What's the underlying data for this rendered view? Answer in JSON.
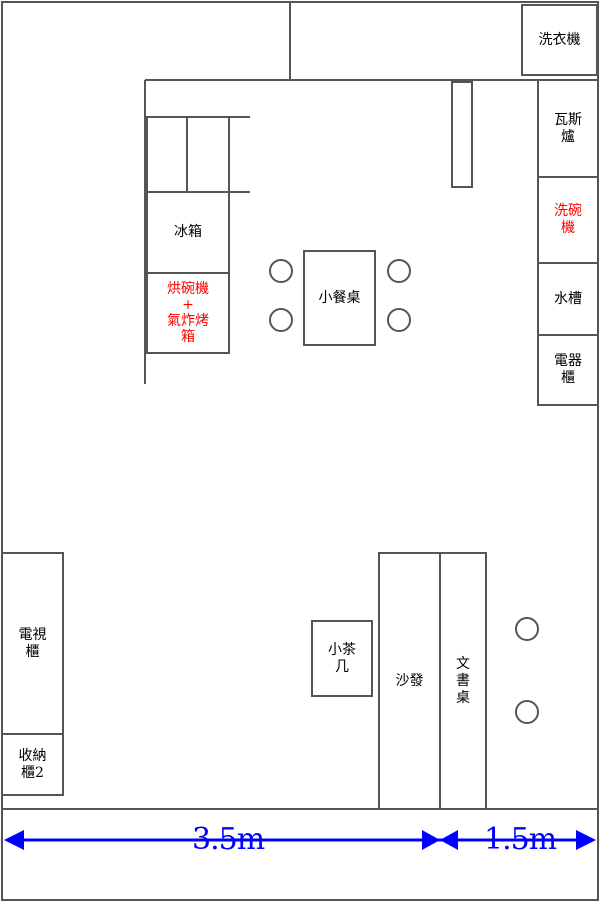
{
  "colors": {
    "line": "#666666",
    "text": "#000000",
    "highlight_text": "#ff0000",
    "dimension": "#0000ff"
  },
  "labels": {
    "washing_machine": "洗衣機",
    "gas_tank": "瓦斯\n爐",
    "dishwasher": "洗碗\n機",
    "sink": "水槽",
    "appliance_cabinet": "電器\n櫃",
    "fridge": "冰箱",
    "dryer_oven": "烘碗機\n+\n氣炸烤\n箱",
    "dining_table": "小餐桌",
    "tv_cabinet": "電視\n櫃",
    "storage_cabinet": "收納\n櫃2",
    "tea_table": "小茶\n几",
    "sofa": "沙發",
    "desk": "文\n書\n桌"
  },
  "dimensions": {
    "left": "3.5m",
    "right": "1.5m"
  }
}
